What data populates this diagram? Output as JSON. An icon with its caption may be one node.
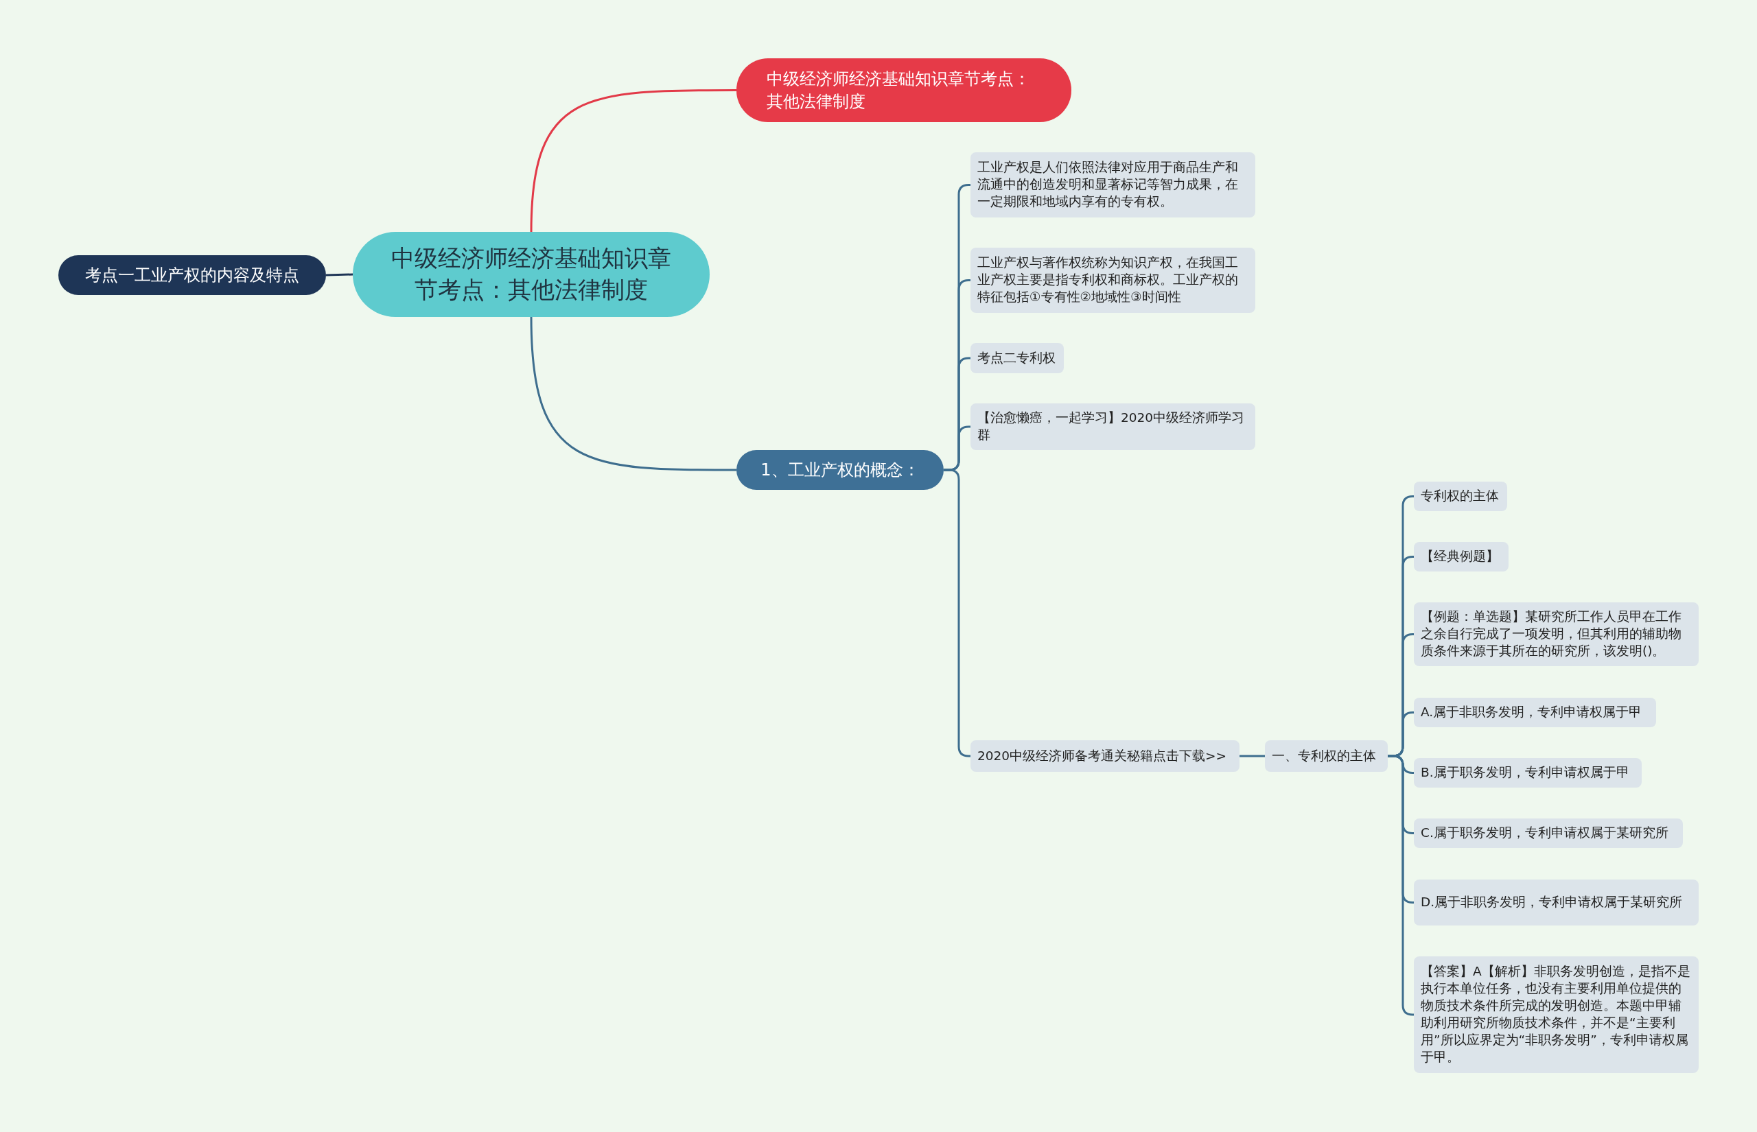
{
  "diagram": {
    "nodes": [
      {
        "text": [
          "中级经济师经济基础知识章节考点：其他法律制度"
        ]
      },
      {
        "text": [
          "中级经济师经济基础知识章节考点：其他法律制度"
        ]
      },
      {
        "text": [
          "考点一工业产权的内容及特点"
        ]
      },
      {
        "text": [
          "1、工业产权的概念："
        ]
      },
      {
        "text": [
          "工业产权是人们依照法律对应用于商品生产和流通中的创造发明和显著标记等智力成果，在一定期限和地域内享有的专有权。"
        ]
      },
      {
        "text": [
          "工业产权与著作权统称为知识产权，在我国工业产权主要是指专利权和商标权。工业产权的特征包括①专有性②地域性③时间性"
        ]
      },
      {
        "text": [
          "考点二专利权"
        ]
      },
      {
        "text": [
          "【治愈懒癌，一起学习】2020中级经济师学习群"
        ]
      },
      {
        "text": [
          "2020中级经济师备考通关秘籍点击下载>>"
        ]
      },
      {
        "text": [
          "一、专利权的主体"
        ]
      },
      {
        "text": [
          "专利权的主体"
        ]
      },
      {
        "text": [
          "【经典例题】"
        ]
      },
      {
        "text": [
          "【例题：单选题】某研究所工作人员甲在工作之余自行完成了一项发明，但其利用的辅助物质条件来源于其所在的研究所，该发明()。"
        ]
      },
      {
        "text": [
          "A.属于非职务发明，专利申请权属于甲"
        ]
      },
      {
        "text": [
          "B.属于职务发明，专利申请权属于甲"
        ]
      },
      {
        "text": [
          "C.属于职务发明，专利申请权属于某研究所"
        ]
      },
      {
        "text": [
          "D.属于非职务发明，专利申请权属于某研究所"
        ]
      },
      {
        "text": [
          "【答案】A【解析】非职务发明创造，是指不是执行本单位任务，也没有主要利用单位提供的物质技术条件所完成的发明创造。本题中甲辅助利用研究所物质技术条件，并不是“主要利用”所以应界定为“非职务发明”，专利申请权属于甲。"
        ]
      }
    ],
    "edges": [
      {
        "from": 0,
        "to": 1,
        "arrow": "none",
        "color": "#e23a48"
      },
      {
        "from": 0,
        "to": 2,
        "arrow": "none",
        "color": "#1e3556"
      },
      {
        "from": 0,
        "to": 3,
        "arrow": "none"
      },
      {
        "from": 3,
        "to": 4,
        "arrow": "none"
      },
      {
        "from": 3,
        "to": 5,
        "arrow": "none"
      },
      {
        "from": 3,
        "to": 6,
        "arrow": "none"
      },
      {
        "from": 3,
        "to": 7,
        "arrow": "none"
      },
      {
        "from": 3,
        "to": 8,
        "arrow": "none"
      },
      {
        "from": 8,
        "to": 9,
        "arrow": "none"
      },
      {
        "from": 9,
        "to": 10,
        "arrow": "none"
      },
      {
        "from": 9,
        "to": 11,
        "arrow": "none"
      },
      {
        "from": 9,
        "to": 12,
        "arrow": "none"
      },
      {
        "from": 9,
        "to": 13,
        "arrow": "none"
      },
      {
        "from": 9,
        "to": 14,
        "arrow": "none"
      },
      {
        "from": 9,
        "to": 15,
        "arrow": "none"
      },
      {
        "from": 9,
        "to": 16,
        "arrow": "none"
      },
      {
        "from": 9,
        "to": 17,
        "arrow": "none"
      }
    ]
  }
}
